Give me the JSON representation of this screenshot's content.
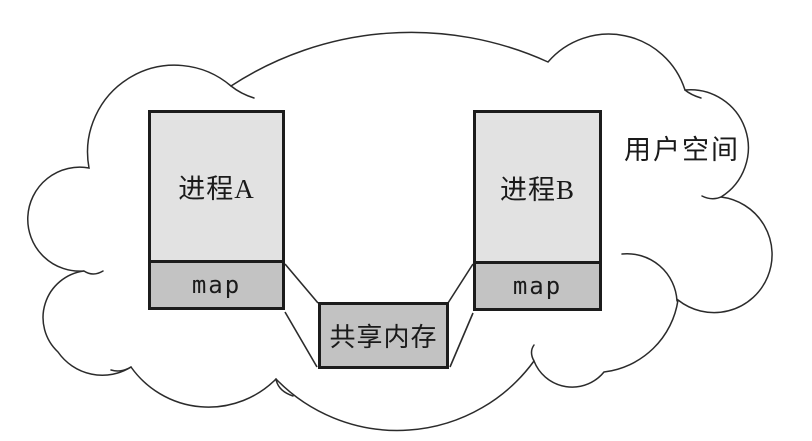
{
  "figure": {
    "user_space_label": "用户空间",
    "process_a": {
      "title": "进程A",
      "map_label": "map"
    },
    "process_b": {
      "title": "进程B",
      "map_label": "map"
    },
    "shared_memory_label": "共享内存"
  },
  "colors": {
    "process-fill": "#e2e2e2",
    "map-fill": "#c3c3c3",
    "shared-fill": "#c2c2c2",
    "box-border": "#1c1c1c",
    "line": "#2b2b2b",
    "text": "#1a1a1a",
    "background": "#ffffff"
  }
}
